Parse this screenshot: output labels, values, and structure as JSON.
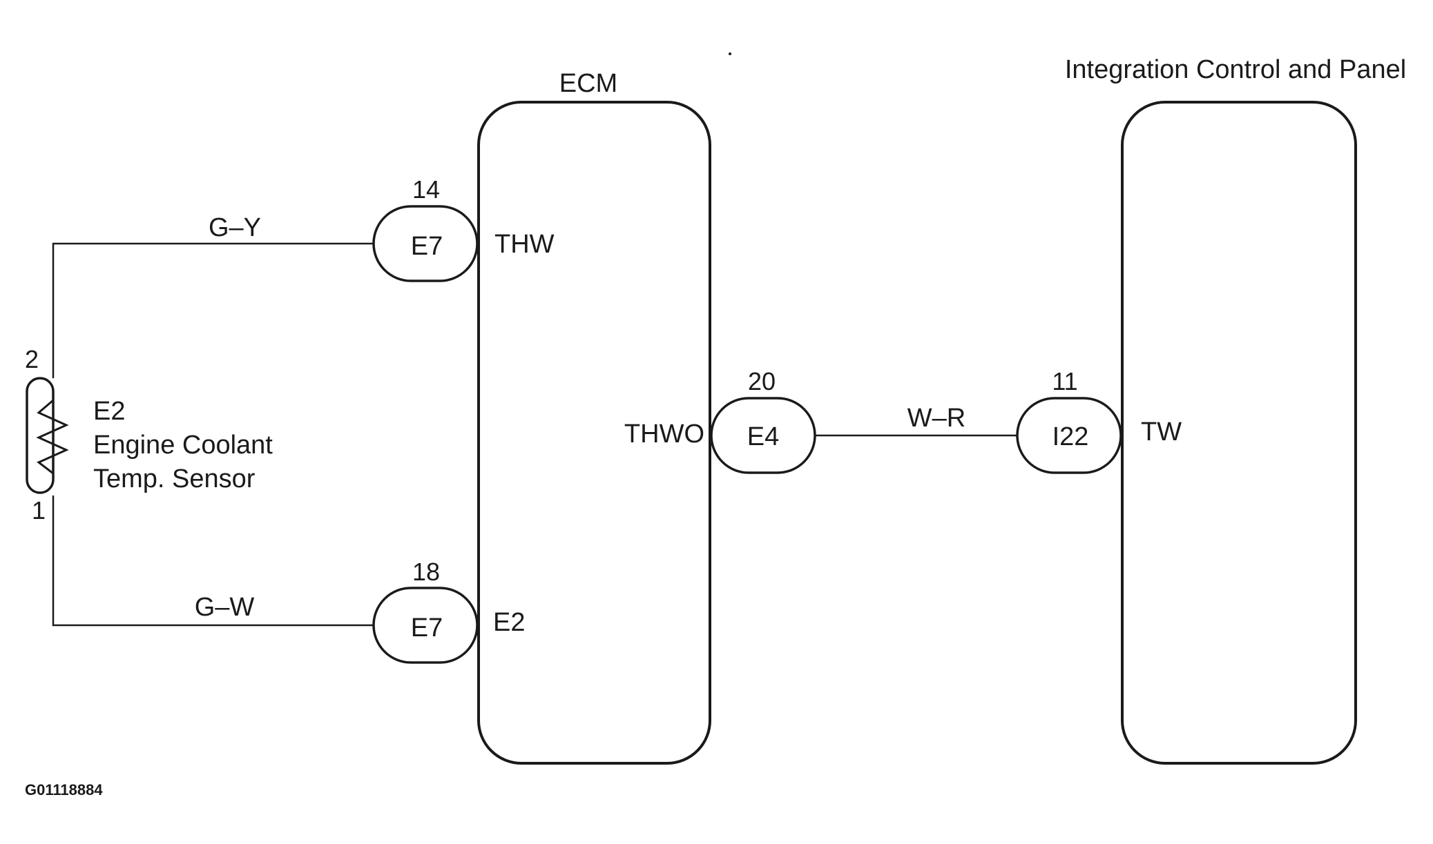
{
  "figure_id": "G01118884",
  "modules": {
    "ecm": {
      "label": "ECM"
    },
    "integration_panel": {
      "label": "Integration Control and Panel"
    }
  },
  "sensor": {
    "code": "E2",
    "name_line1": "Engine Coolant",
    "name_line2": "Temp. Sensor",
    "pin_top": "2",
    "pin_bottom": "1"
  },
  "connectors": {
    "thw_conn": {
      "code": "E7",
      "pin": "14",
      "terminal": "THW"
    },
    "e2_conn": {
      "code": "E7",
      "pin": "18",
      "terminal": "E2"
    },
    "thwo_conn": {
      "code": "E4",
      "pin": "20",
      "terminal": "THWO"
    },
    "tw_conn": {
      "code": "I22",
      "pin": "11",
      "terminal": "TW"
    }
  },
  "wires": {
    "gy": "G–Y",
    "gw": "G–W",
    "wr": "W–R"
  }
}
